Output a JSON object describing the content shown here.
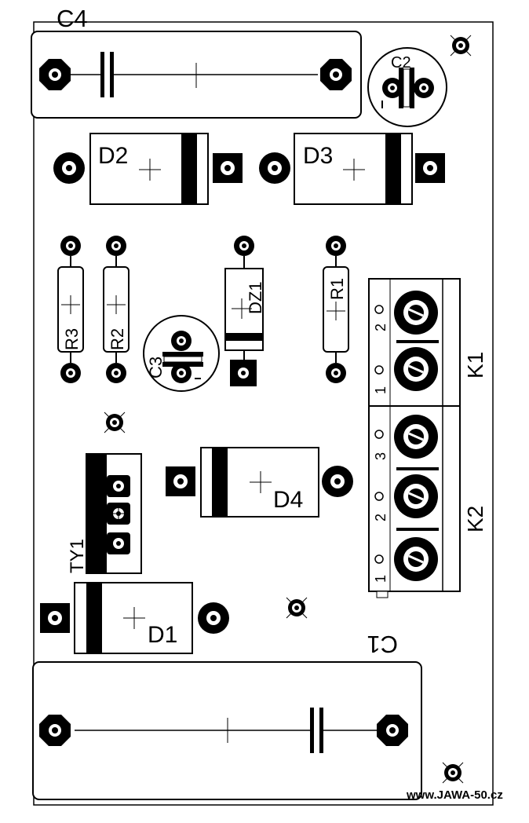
{
  "labels": {
    "c4": "C4",
    "c2": "C2",
    "c3": "C3",
    "c1": "C1",
    "d1": "D1",
    "d2": "D2",
    "d3": "D3",
    "d4": "D4",
    "r1": "R1",
    "r2": "R2",
    "r3": "R3",
    "dz1": "DZ1",
    "ty1": "TY1",
    "k1": "K1",
    "k2": "K2",
    "k1_pin1": "1",
    "k1_pin2": "2",
    "k2_pin1": "1",
    "k2_pin2": "2",
    "k2_pin3": "3"
  },
  "watermark": "www.JAWA-50.cz"
}
